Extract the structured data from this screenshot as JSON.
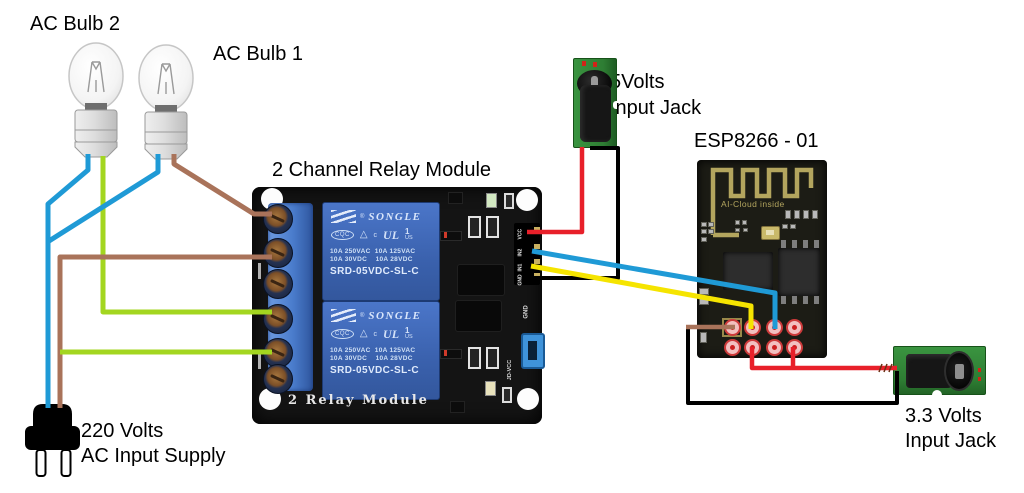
{
  "labels": {
    "ac_bulb_2": "AC Bulb 2",
    "ac_bulb_1": "AC Bulb 1",
    "relay_module_title": "2 Channel Relay Module",
    "jack_5v_line1": "5Volts",
    "jack_5v_line2": "Input Jack",
    "esp_title": "ESP8266 - 01",
    "jack_33v_line1": "3.3 Volts",
    "jack_33v_line2": "Input Jack",
    "supply_line1": "220 Volts",
    "supply_line2": "AC Input Supply"
  },
  "relay_board": {
    "bottom_text": "2 Relay Module",
    "pin_labels": [
      "VCC",
      "IN2",
      "IN1",
      "GND"
    ],
    "gnd_label": "GND",
    "jumper_label": "JD-VCC",
    "relay": {
      "brand": "SONGLE",
      "reg": "®",
      "cqc": "CQC",
      "triangle": "△",
      "ul_c": "c",
      "ul_mark": "UL",
      "ul_one": "1",
      "ul_us": "US",
      "ratings1": "10A 250VAC  10A 125VAC",
      "ratings2": "10A 30VDC    10A 28VDC",
      "part_number": "SRD-05VDC-SL-C"
    }
  },
  "esp_board": {
    "silkscreen": "AI-Cloud inside"
  },
  "colors": {
    "wire_blue": "#1f9ad6",
    "wire_green": "#a3d620",
    "wire_brown": "#a9735a",
    "wire_red": "#e8202a",
    "wire_yellow": "#f5e400",
    "wire_black": "#000000",
    "pcb_green": "#2e7d33",
    "relay_blue": "#3e68b8",
    "antenna_gold": "#b3a55e"
  }
}
